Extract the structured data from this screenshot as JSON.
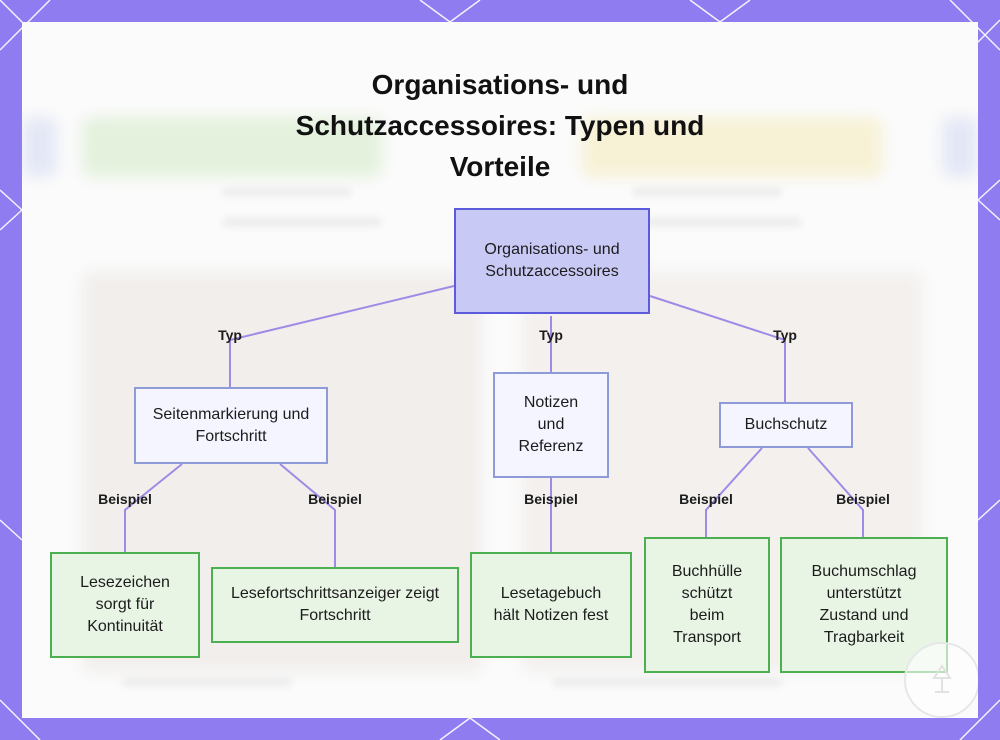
{
  "title": "Organisations- und Schutzaccessoires: Typen und Vorteile",
  "root": {
    "label": "Organisations- und Schutzaccessoires"
  },
  "branches": [
    {
      "label": "Typ",
      "node": "Seitenmarkierung und Fortschritt"
    },
    {
      "label": "Typ",
      "node": "Notizen und Referenz"
    },
    {
      "label": "Typ",
      "node": "Buchschutz"
    }
  ],
  "examples": [
    {
      "label": "Beispiel",
      "node": "Lesezeichen sorgt für Kontinuität"
    },
    {
      "label": "Beispiel",
      "node": "Lesefortschrittsanzeiger zeigt Fortschritt"
    },
    {
      "label": "Beispiel",
      "node": "Lesetagebuch hält Notizen fest"
    },
    {
      "label": "Beispiel",
      "node": "Buchhülle schützt beim Transport"
    },
    {
      "label": "Beispiel",
      "node": "Buchumschlag unterstützt Zustand und Tragbarkeit"
    }
  ],
  "colors": {
    "frame": "#8f7cf0",
    "root_fill": "#c9c9f6",
    "root_border": "#5b5bdc",
    "type_fill": "#f4f5ff",
    "type_border": "#8f9ad8",
    "example_fill": "#e8f5e5",
    "example_border": "#4caf50",
    "connector": "#a18ae6"
  },
  "watermark_icon": "lamp-icon"
}
